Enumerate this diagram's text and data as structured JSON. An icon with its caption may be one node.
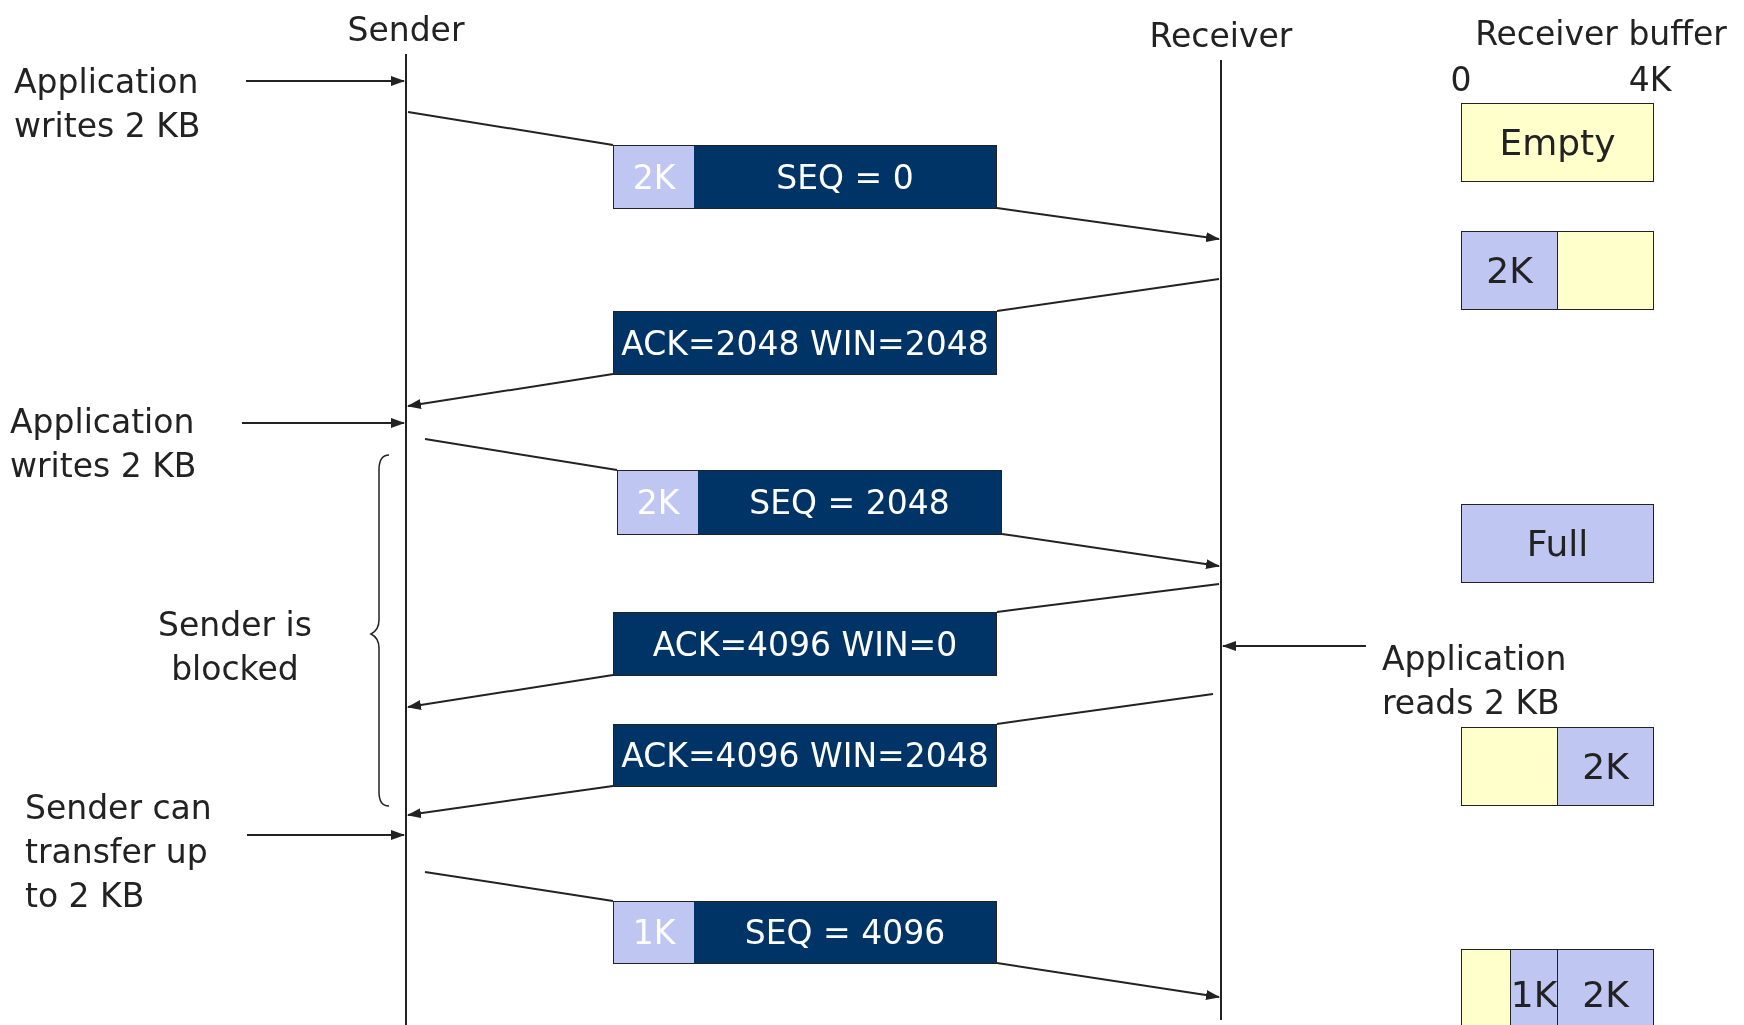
{
  "diagram": {
    "nodes": [
      {
        "text": [
          "Sender"
        ]
      },
      {
        "text": [
          "Receiver"
        ]
      },
      {
        "text": [
          "Application writes 2 KB"
        ]
      },
      {
        "text": [
          "2K",
          "SEQ = 0"
        ]
      },
      {
        "text": [
          "ACK=2048 WIN=2048"
        ]
      },
      {
        "text": [
          "Application writes 2 KB"
        ]
      },
      {
        "text": [
          "2K",
          "SEQ = 2048"
        ]
      },
      {
        "text": [
          "ACK=4096 WIN=0"
        ]
      },
      {
        "text": [
          "ACK=4096 WIN=2048"
        ]
      },
      {
        "text": [
          "Sender can transfer up to 2 KB"
        ]
      },
      {
        "text": [
          "1K",
          "SEQ = 4096"
        ]
      },
      {
        "text": [
          "Application reads 2 KB"
        ]
      },
      {
        "text": [
          "Empty"
        ]
      },
      {
        "text": [
          "2K"
        ]
      },
      {
        "text": [
          "Full"
        ]
      },
      {
        "text": [
          "2K"
        ]
      },
      {
        "text": [
          "1K",
          "2K"
        ]
      }
    ],
    "edges": [
      {
        "from": 2,
        "to": 0,
        "arrow": "to"
      },
      {
        "from": 0,
        "to": 3,
        "arrow": "none"
      },
      {
        "from": 3,
        "to": 1,
        "arrow": "to"
      },
      {
        "from": 1,
        "to": 4,
        "arrow": "none"
      },
      {
        "from": 4,
        "to": 0,
        "arrow": "to"
      },
      {
        "from": 5,
        "to": 0,
        "arrow": "to"
      },
      {
        "from": 0,
        "to": 6,
        "arrow": "none"
      },
      {
        "from": 6,
        "to": 1,
        "arrow": "to"
      },
      {
        "from": 1,
        "to": 7,
        "arrow": "none"
      },
      {
        "from": 7,
        "to": 0,
        "arrow": "to"
      },
      {
        "from": 1,
        "to": 8,
        "arrow": "none"
      },
      {
        "from": 8,
        "to": 0,
        "arrow": "to"
      },
      {
        "from": 9,
        "to": 0,
        "arrow": "to"
      },
      {
        "from": 0,
        "to": 10,
        "arrow": "none"
      },
      {
        "from": 10,
        "to": 1,
        "arrow": "to"
      },
      {
        "from": 11,
        "to": 1,
        "arrow": "to"
      }
    ],
    "labels": [
      "Sender is blocked",
      "Receiver buffer",
      "0",
      "4K"
    ]
  }
}
